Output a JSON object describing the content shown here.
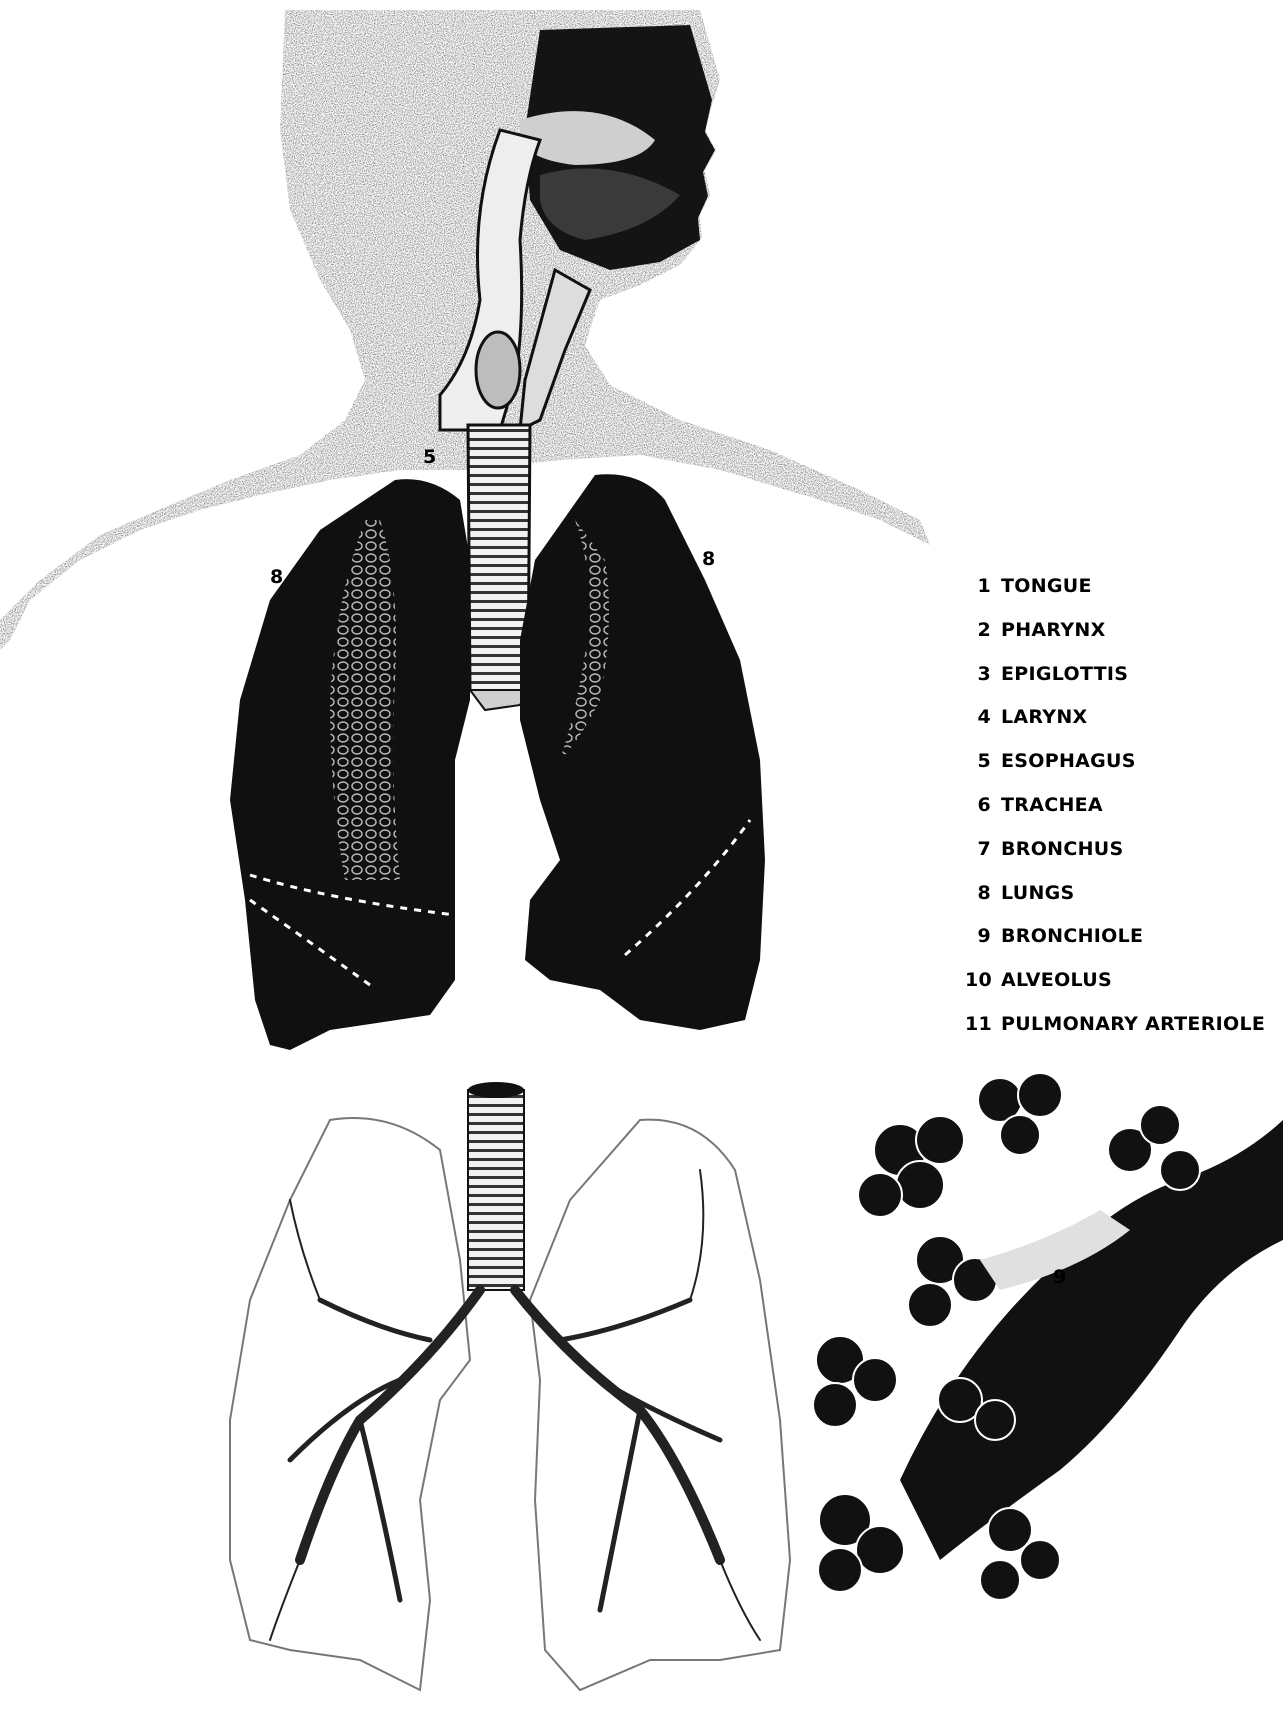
{
  "callouts": {
    "esophagus_num": "5",
    "lungs_left_num": "8",
    "lungs_right_num": "8",
    "bronchiole_num": "9"
  },
  "legend": [
    {
      "num": "1",
      "label": "TONGUE"
    },
    {
      "num": "2",
      "label": "PHARYNX"
    },
    {
      "num": "3",
      "label": "EPIGLOTTIS"
    },
    {
      "num": "4",
      "label": "LARYNX"
    },
    {
      "num": "5",
      "label": "ESOPHAGUS"
    },
    {
      "num": "6",
      "label": "TRACHEA"
    },
    {
      "num": "7",
      "label": "BRONCHUS"
    },
    {
      "num": "8",
      "label": "LUNGS"
    },
    {
      "num": "9",
      "label": "BRONCHIOLE"
    },
    {
      "num": "10",
      "label": "ALVEOLUS"
    },
    {
      "num": "11",
      "label": "PULMONARY ARTERIOLE"
    }
  ]
}
